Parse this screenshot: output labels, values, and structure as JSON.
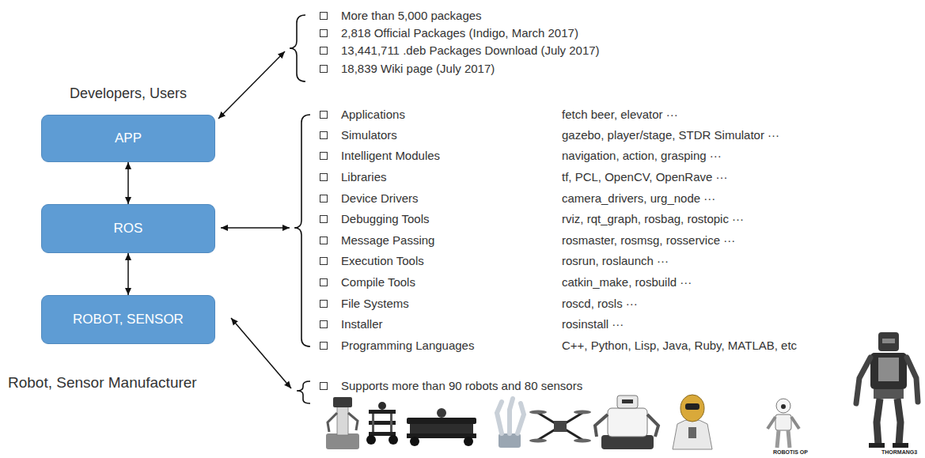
{
  "diagram": {
    "nodes": [
      {
        "text": [
          "APP"
        ]
      },
      {
        "text": [
          "ROS"
        ]
      },
      {
        "text": [
          "ROBOT, SENSOR"
        ]
      }
    ],
    "edges": [
      {
        "from": 0,
        "to": 1,
        "arrow": "both"
      },
      {
        "from": 1,
        "to": 2,
        "arrow": "both"
      }
    ],
    "labels": [
      "Developers, Users",
      "More than 5,000 packages",
      "2,818 Official Packages (Indigo, March 2017)",
      "13,441,711 .deb Packages Download (July 2017)",
      "18,839 Wiki page (July 2017)",
      "Applications",
      "fetch beer, elevator ···",
      "Simulators",
      "gazebo, player/stage, STDR Simulator ···",
      "Intelligent Modules",
      "navigation, action, grasping ···",
      "Libraries",
      "tf, PCL, OpenCV, OpenRave ···",
      "Device Drivers",
      "camera_drivers, urg_node ···",
      "Debugging Tools",
      "rviz, rqt_graph, rosbag, rostopic ···",
      "Message Passing",
      "rosmaster, rosmsg, rosservice ···",
      "Execution Tools",
      "rosrun, roslaunch ···",
      "Compile Tools",
      "catkin_make, rosbuild ···",
      "File Systems",
      "roscd, rosls ···",
      "Installer",
      "rosinstall ···",
      "Programming Languages",
      "C++, Python, Lisp, Java, Ruby, MATLAB, etc",
      "Robot, Sensor Manufacturer",
      "Supports more than 90 robots and 80 sensors",
      "ROBOTIS OP",
      "THORMANG3"
    ]
  }
}
